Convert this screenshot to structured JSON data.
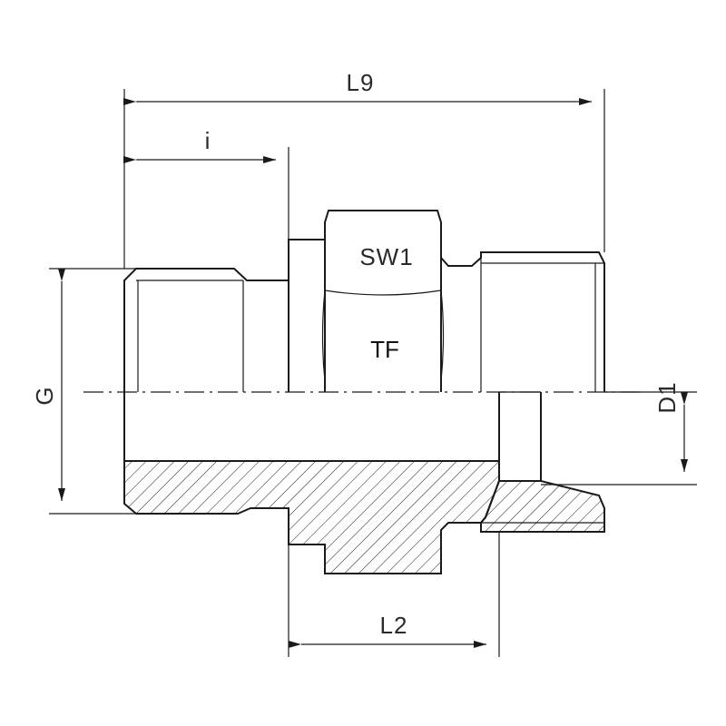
{
  "drawing": {
    "dimensions": {
      "overall_length": "L9",
      "thread_length": "i",
      "body_length": "L2",
      "thread_diameter": "G",
      "bore_diameter": "D1"
    },
    "labels": {
      "wrench_size": "SW1",
      "marking": "TF"
    },
    "colors": {
      "line": "#1a1a1a",
      "background": "#ffffff"
    }
  }
}
